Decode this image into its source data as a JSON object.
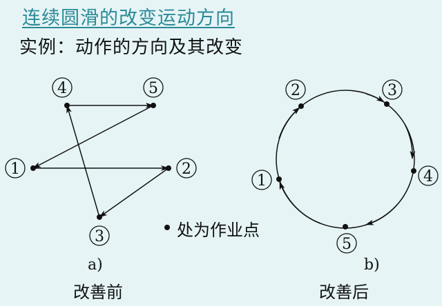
{
  "title": "连续圆滑的改变运动方向",
  "subtitle": "实例：动作的方向及其改变",
  "legend_text": "处为作业点",
  "diagram_a": {
    "sub_label": "a)",
    "caption": "改善前",
    "nodes": [
      {
        "id": "1",
        "label": "1"
      },
      {
        "id": "2",
        "label": "2"
      },
      {
        "id": "3",
        "label": "3"
      },
      {
        "id": "4",
        "label": "4"
      },
      {
        "id": "5",
        "label": "5"
      }
    ]
  },
  "diagram_b": {
    "sub_label": "b)",
    "caption": "改善后",
    "nodes": [
      {
        "id": "1",
        "label": "1"
      },
      {
        "id": "2",
        "label": "2"
      },
      {
        "id": "3",
        "label": "3"
      },
      {
        "id": "4",
        "label": "4"
      },
      {
        "id": "5",
        "label": "5"
      }
    ]
  },
  "colors": {
    "title": "#2a8a96",
    "background": "#e6f4f6",
    "ink": "#111111"
  }
}
